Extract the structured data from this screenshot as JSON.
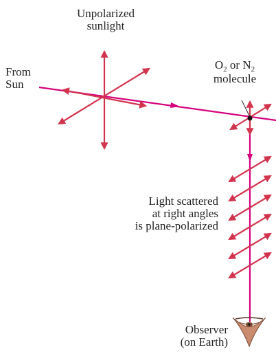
{
  "colors": {
    "beam": "#d6007c",
    "field": "#d2344e",
    "text": "#222222"
  },
  "labels": {
    "unpolarized_line1": "Unpolarized",
    "unpolarized_line2": "sunlight",
    "from_sun_line1": "From",
    "from_sun_line2": "Sun",
    "molecule_O": "O",
    "molecule_O_sub": "2",
    "molecule_or": " or N",
    "molecule_N_sub": "2",
    "molecule_line2": "molecule",
    "scattered_line1": "Light scattered",
    "scattered_line2": "at right angles",
    "scattered_line3": "is plane-polarized",
    "observer_line1": "Observer",
    "observer_line2": "(on Earth)"
  },
  "icons": {
    "observer": "eye-icon",
    "molecule": "molecule-dot-icon"
  }
}
